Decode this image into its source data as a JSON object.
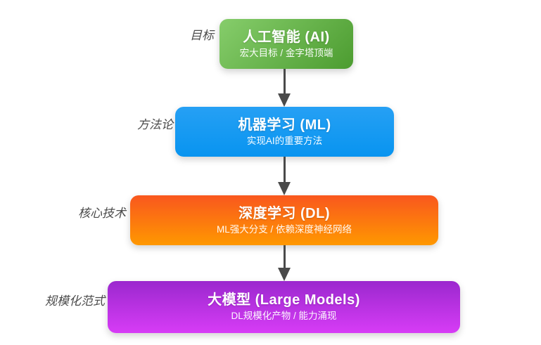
{
  "diagram": {
    "background_color": "#ffffff",
    "arrow_color": "#4a4a4a",
    "side_label_color": "#4b4b4b",
    "levels": [
      {
        "id": "ai",
        "side_label": "目标",
        "title": "人工智能 (AI)",
        "subtitle": "宏大目标 / 金字塔顶端",
        "gradient_angle": "135deg",
        "color_top": "#86cd6b",
        "color_bottom": "#4c9c30"
      },
      {
        "id": "ml",
        "side_label": "方法论",
        "title": "机器学习 (ML)",
        "subtitle": "实现AI的重要方法",
        "gradient_angle": "180deg",
        "color_top": "#26a0f4",
        "color_bottom": "#0894f0"
      },
      {
        "id": "dl",
        "side_label": "核心技术",
        "title": "深度学习 (DL)",
        "subtitle": "ML强大分支 / 依赖深度神经网络",
        "gradient_angle": "180deg",
        "color_top": "#f9571e",
        "color_bottom": "#ff9800"
      },
      {
        "id": "large-models",
        "side_label": "规模化范式",
        "title": "大模型 (Large Models)",
        "subtitle": "DL规模化产物 / 能力涌现",
        "gradient_angle": "180deg",
        "color_top": "#9b28ce",
        "color_bottom": "#d73cf6"
      }
    ]
  }
}
